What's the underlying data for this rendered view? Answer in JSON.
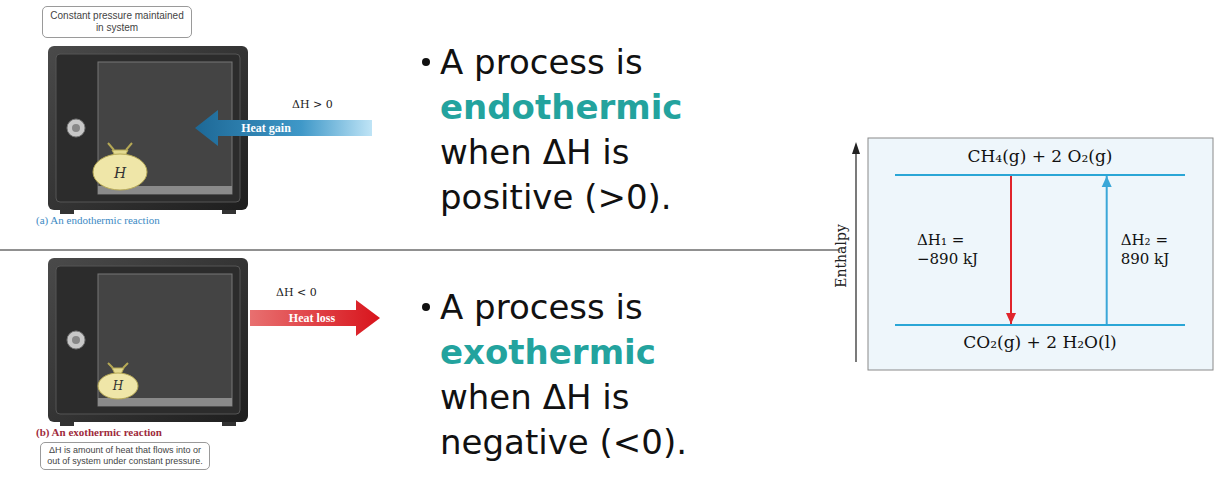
{
  "diagram": {
    "nodes": [
      {
        "text": [
          "Constant pressure maintained in system"
        ]
      },
      {
        "text": [
          "ΔH is amount of heat that flows into or out of system under constant pressure."
        ]
      },
      {
        "text": [
          "CH₄(g) + 2 O₂(g)"
        ]
      },
      {
        "text": [
          "CO₂(g) + 2 H₂O(l)"
        ]
      }
    ],
    "edges": [
      {
        "from": 2,
        "to": 3,
        "arrow": "to",
        "label": "ΔH₁ = −890 kJ"
      },
      {
        "from": 3,
        "to": 2,
        "arrow": "to",
        "label": "ΔH₂ = 890 kJ"
      }
    ],
    "labels": [
      "ΔH > 0",
      "Heat gain",
      "H",
      "(a) An endothermic reaction",
      "A process is",
      "endothermic",
      "when ΔH is positive (>0).",
      "ΔH < 0",
      "Heat loss",
      "H",
      "(b) An exothermic reaction",
      "A process is",
      "exothermic",
      "when ΔH is negative (<0).",
      "Enthalpy"
    ]
  }
}
